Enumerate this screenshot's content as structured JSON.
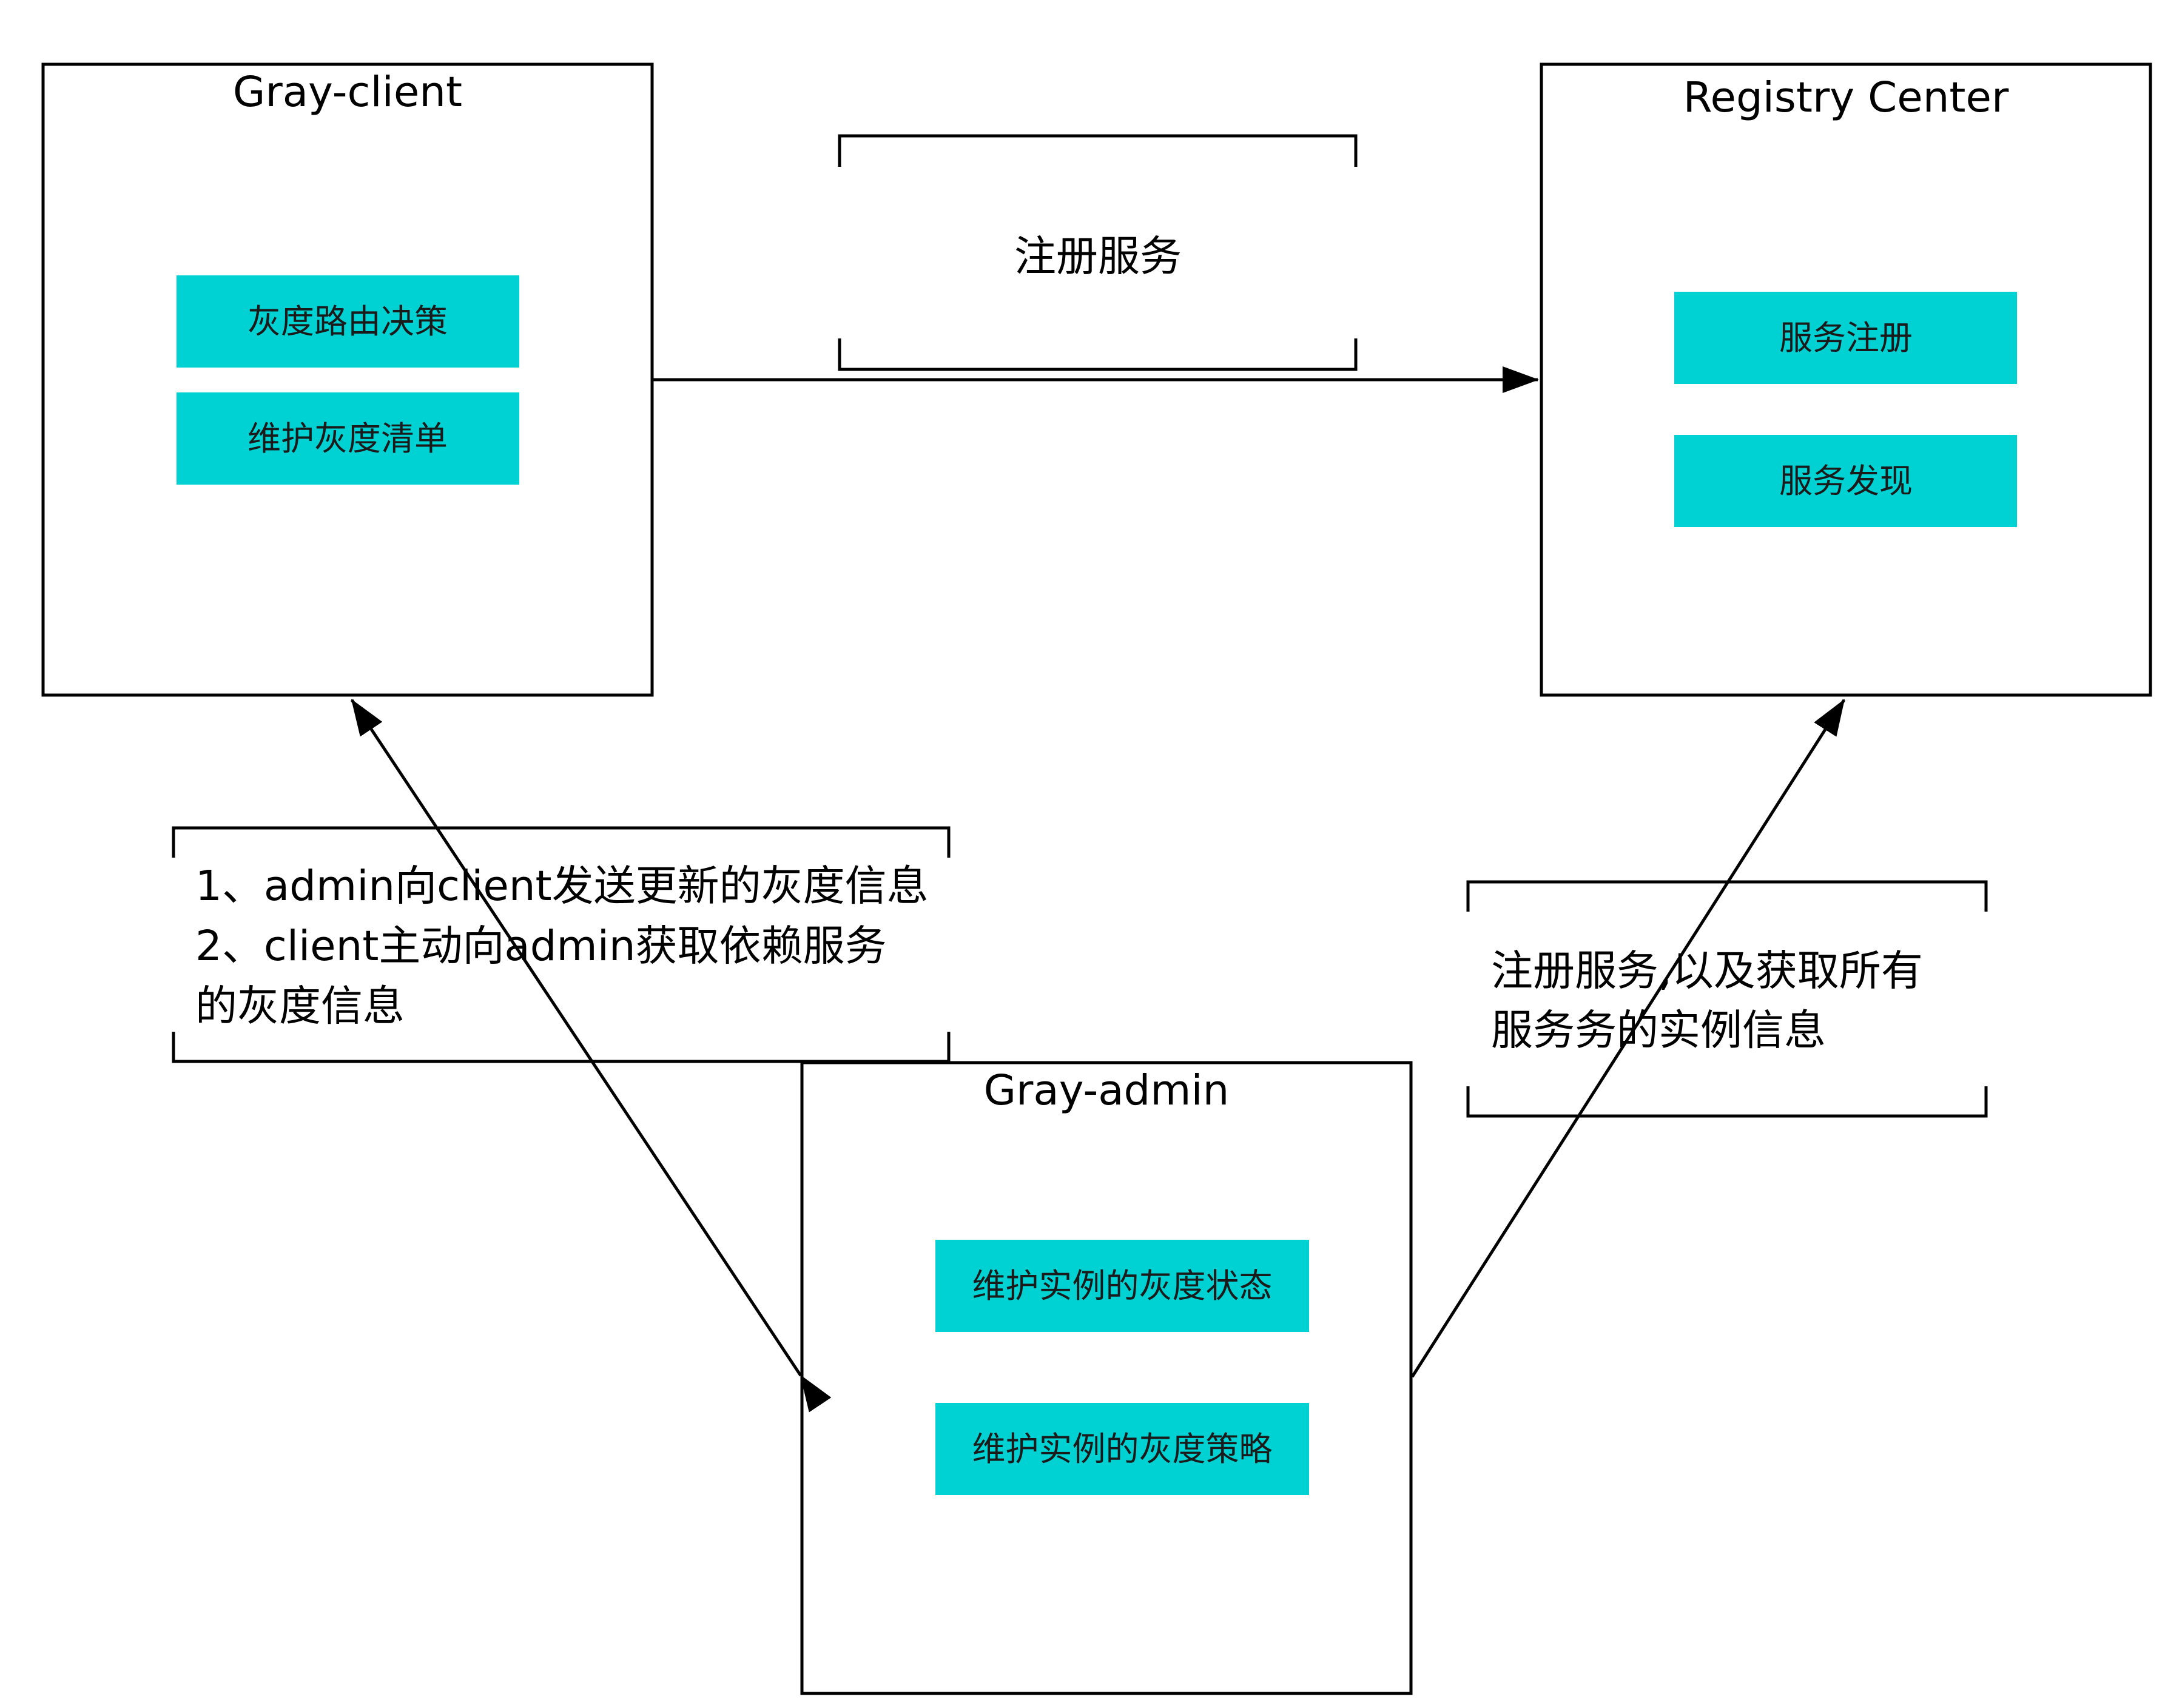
{
  "colors": {
    "tag_fill": "#00D2D3",
    "line": "#000000",
    "background": "#FFFFFF"
  },
  "nodes": {
    "gray_client": {
      "title": "Gray-client",
      "tags": [
        "灰度路由决策",
        "维护灰度清单"
      ]
    },
    "registry_center": {
      "title": "Registry Center",
      "tags": [
        "服务注册",
        "服务发现"
      ]
    },
    "gray_admin": {
      "title": "Gray-admin",
      "tags": [
        "维护实例的灰度状态",
        "维护实例的灰度策略"
      ]
    }
  },
  "notes": {
    "client_to_registry": {
      "lines": [
        "注册服务"
      ]
    },
    "client_admin": {
      "lines": [
        "1、admin向client发送更新的灰度信息",
        "2、client主动向admin获取依赖服务",
        "的灰度信息"
      ]
    },
    "admin_to_registry": {
      "lines": [
        "注册服务,以及获取所有",
        "服务务的实例信息"
      ]
    }
  },
  "edges": [
    {
      "from": "gray_client",
      "to": "registry_center",
      "direction": "one-way"
    },
    {
      "from": "gray_client",
      "to": "gray_admin",
      "direction": "two-way"
    },
    {
      "from": "gray_admin",
      "to": "registry_center",
      "direction": "one-way"
    }
  ]
}
